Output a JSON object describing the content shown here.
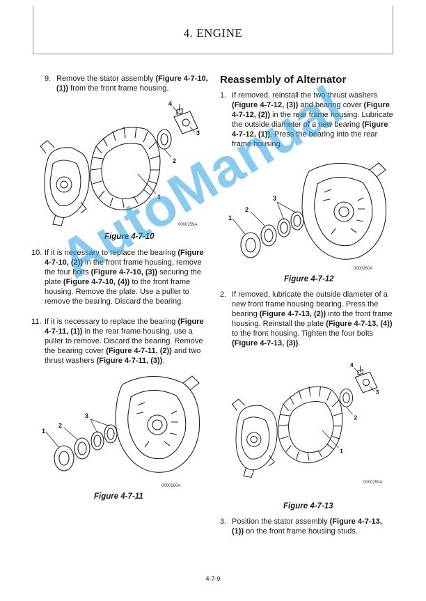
{
  "header": {
    "title": "4. ENGINE"
  },
  "left": {
    "step9": {
      "num": "9.",
      "a": "Remove the stator assembly ",
      "b": "(Figure 4-7-10, (1))",
      "c": " from the front frame housing."
    },
    "fig10": {
      "caption": "Figure 4-7-10",
      "code": "0000259A",
      "c1": "1",
      "c2": "2",
      "c3": "3",
      "c4": "4"
    },
    "step10": {
      "num": "10.",
      "a": "If it is necessary to replace the bearing ",
      "b": "(Figure 4-7-10, (2))",
      "c": " in the front frame housing, remove the four bolts ",
      "d": "(Figure 4-7-10, (3))",
      "e": " securing the plate ",
      "f": "(Figure 4-7-10, (4))",
      "g": " to the front frame housing. Remove the plate. Use a puller to remove the bearing. Discard the bearing."
    },
    "step11": {
      "num": "11.",
      "a": "If it is necessary to replace the bearing ",
      "b": "(Figure 4-7-11, (1))",
      "c": " in the rear frame housing, use a puller to remove. Discard the bearing. Remove the bearing cover ",
      "d": "(Figure 4-7-11, (2))",
      "e": " and two thrust washers ",
      "f": "(Figure 4-7-11, (3))",
      "g": "."
    },
    "fig11": {
      "caption": "Figure 4-7-11",
      "code": "0000260A",
      "c1": "1",
      "c2": "2",
      "c3": "3"
    }
  },
  "right": {
    "section_title": "Reassembly of Alternator",
    "step1": {
      "num": "1.",
      "a": "If removed, reinstall the two thrust washers ",
      "b": "(Figure 4-7-12, (3))",
      "c": " and bearing cover ",
      "d": "(Figure 4-7-12, (2))",
      "e": " in the rear frame housing. Lubricate the outside diameter of a new bearing ",
      "f": "(Figure 4-7-12, (1))",
      "g": ". Press the bearing into the rear frame housing."
    },
    "fig12": {
      "caption": "Figure 4-7-12",
      "code": "0000260A",
      "c1": "1",
      "c2": "2",
      "c3": "3"
    },
    "step2": {
      "num": "2.",
      "a": "If removed, lubricate the outside diameter of a new front frame housing bearing. Press the bearing ",
      "b": "(Figure 4-7-13, (2))",
      "c": " into the front frame housing. Reinstall the plate ",
      "d": "(Figure 4-7-13, (4))",
      "e": " to the front housing. Tighten the four bolts ",
      "f": "(Figure 4-7-13, (3))",
      "g": "."
    },
    "fig13": {
      "caption": "Figure 4-7-13",
      "code": "0000259A",
      "c1": "1",
      "c2": "2",
      "c3": "3",
      "c4": "4"
    },
    "step3": {
      "num": "3.",
      "a": "Position the stator assembly ",
      "b": "(Figure 4-7-13, (1))",
      "c": " on the front frame housing studs."
    }
  },
  "footer": {
    "page_number": "4-7-9"
  },
  "watermark": {
    "text": "AutoManual",
    "color": "#28a0e1"
  }
}
